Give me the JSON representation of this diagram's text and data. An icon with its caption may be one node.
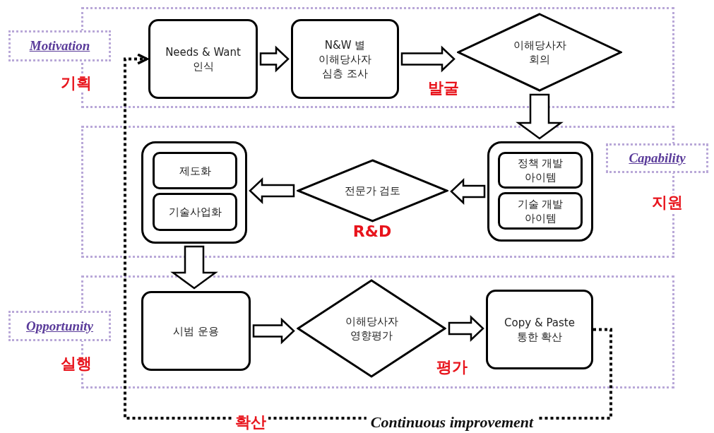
{
  "diagram": {
    "nodes": [
      {
        "text": [],
        "shape": "box"
      },
      {
        "text": [],
        "shape": "box"
      },
      {
        "text": [],
        "shape": "box"
      },
      {
        "text": [
          "Motivation"
        ]
      },
      {
        "text": [
          "Capability"
        ]
      },
      {
        "text": [
          "Opportunity"
        ]
      },
      {
        "text": [
          "Needs & Want 인식"
        ],
        "in": 0
      },
      {
        "text": [
          "N&W 별 이해당사자 심층 조사"
        ],
        "in": 0
      },
      {
        "text": [
          "이해당사자 회의"
        ],
        "in": 0
      },
      {
        "text": [],
        "shape": "box",
        "in": 1
      },
      {
        "text": [
          "정책 개발 아이템"
        ],
        "in": 9
      },
      {
        "text": [
          "기술 개발 아이템"
        ],
        "in": 9
      },
      {
        "text": [
          "전문가 검토"
        ],
        "in": 1
      },
      {
        "text": [],
        "shape": "box",
        "in": 1
      },
      {
        "text": [
          "제도화"
        ],
        "in": 13
      },
      {
        "text": [
          "기술사업화"
        ],
        "in": 13
      },
      {
        "text": [
          "시범 운용"
        ],
        "in": 2
      },
      {
        "text": [
          "이해당사자 영향평가"
        ],
        "in": 2
      },
      {
        "text": [
          "Copy & Paste 통한 확산"
        ],
        "in": 2
      }
    ],
    "edges": [
      {
        "from": 6,
        "to": 7,
        "arrow": "to"
      },
      {
        "from": 7,
        "to": 8,
        "arrow": "to"
      },
      {
        "from": 8,
        "to": 9,
        "arrow": "to"
      },
      {
        "from": 9,
        "to": 12,
        "arrow": "to"
      },
      {
        "from": 12,
        "to": 13,
        "arrow": "to"
      },
      {
        "from": 13,
        "to": 16,
        "arrow": "to"
      },
      {
        "from": 16,
        "to": 17,
        "arrow": "to"
      },
      {
        "from": 17,
        "to": 18,
        "arrow": "to"
      },
      {
        "from": 18,
        "to": 6,
        "arrow": "to",
        "style": "dashed",
        "label": "Continuous improvement"
      }
    ],
    "labels": [
      "기획",
      "발굴",
      "지원",
      "R&D",
      "실행",
      "평가",
      "확산"
    ]
  }
}
